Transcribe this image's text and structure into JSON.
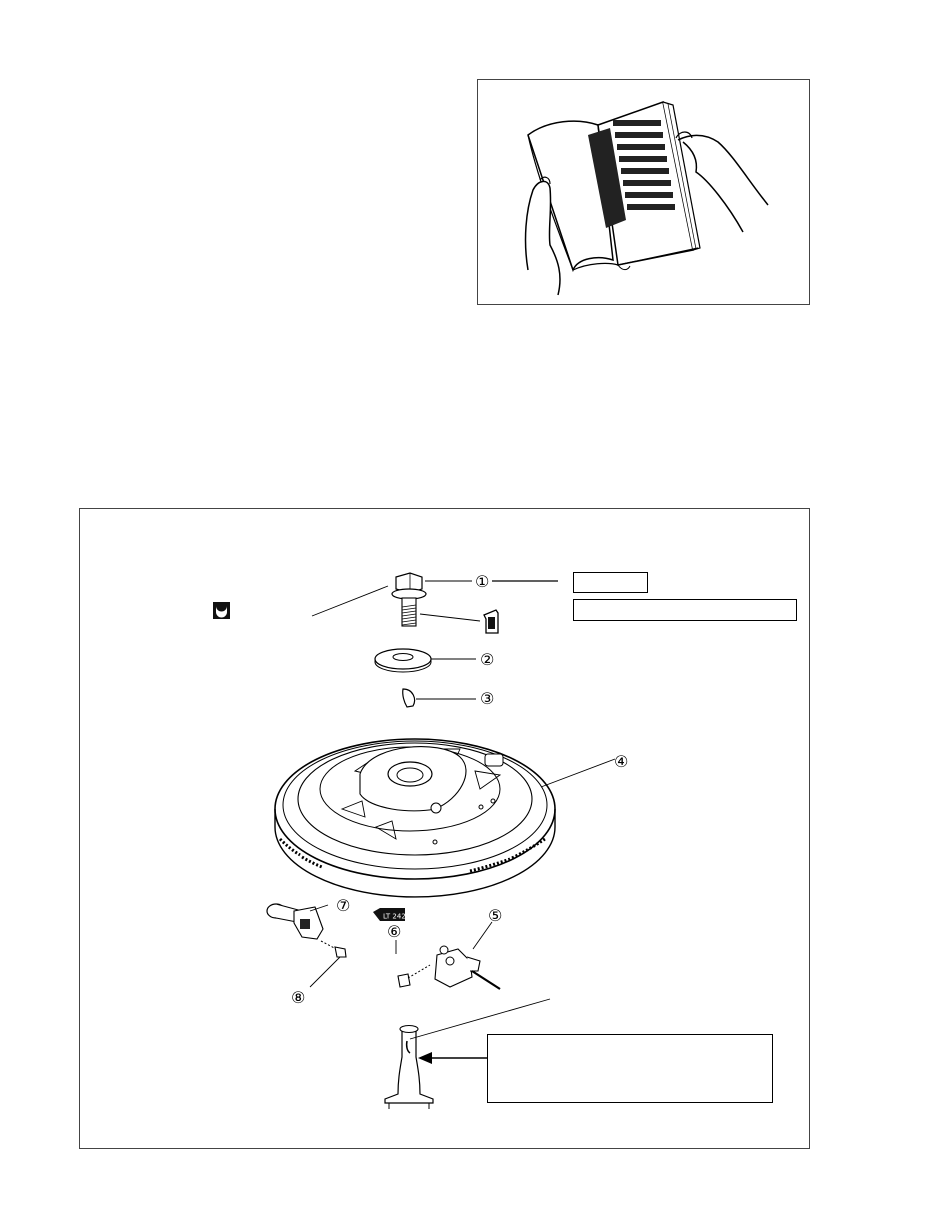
{
  "figure_book": {
    "icon": "manual-pages-hands-illustration"
  },
  "figure_exploded": {
    "callouts": [
      {
        "id": "part-1",
        "label": "①"
      },
      {
        "id": "part-2",
        "label": "②"
      },
      {
        "id": "part-3",
        "label": "③"
      },
      {
        "id": "part-4",
        "label": "④"
      },
      {
        "id": "part-5",
        "label": "⑤"
      },
      {
        "id": "part-6",
        "label": "⑥"
      },
      {
        "id": "part-7",
        "label": "⑦"
      },
      {
        "id": "part-8",
        "label": "⑧"
      }
    ],
    "loctite_badge_text": "LT 242",
    "icons": [
      "socket-wrench-icon",
      "new-part-icon",
      "loctite-icon"
    ]
  }
}
